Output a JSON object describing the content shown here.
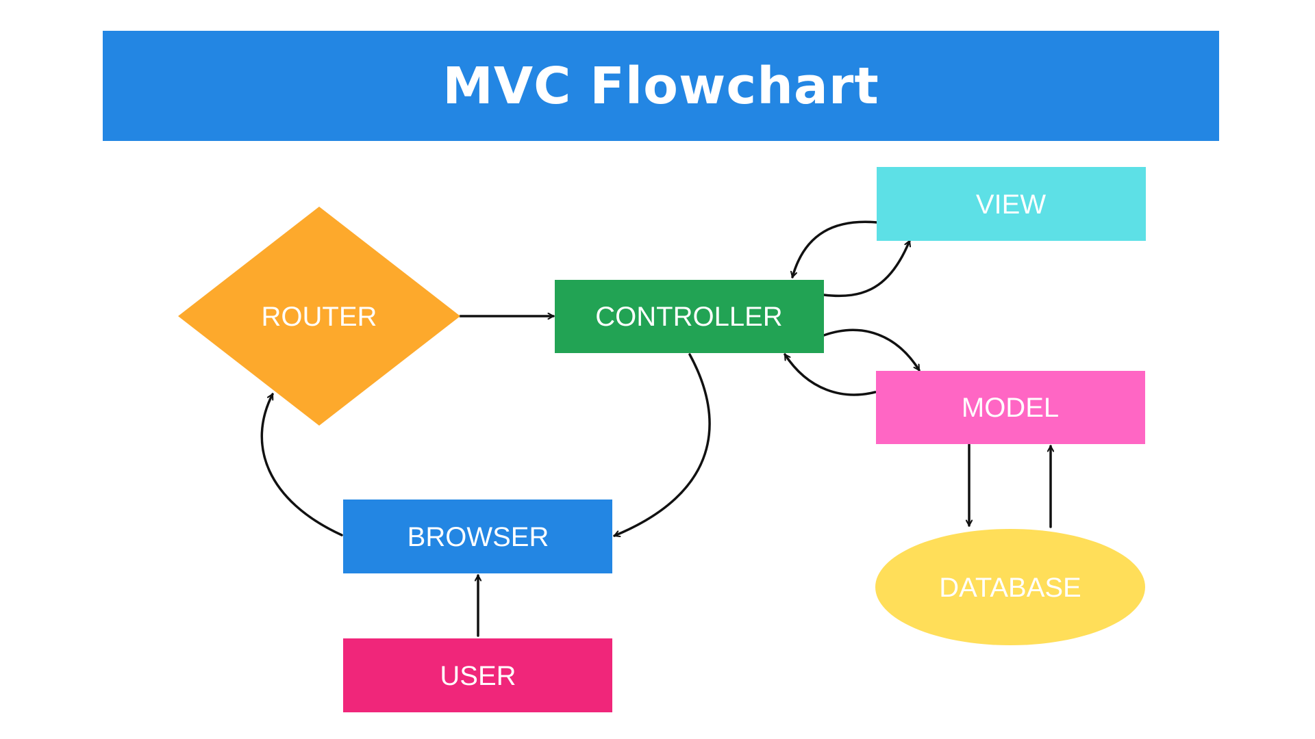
{
  "title": "MVC Flowchart",
  "colors": {
    "banner": "#2386E3",
    "router": "#FDA92C",
    "controller": "#22A354",
    "view": "#5DE0E6",
    "model": "#FF66C4",
    "browser": "#2386E3",
    "user": "#F0267A",
    "database": "#FFDE59",
    "arrow": "#111111"
  },
  "nodes": {
    "router": {
      "label": "ROUTER",
      "shape": "diamond"
    },
    "controller": {
      "label": "CONTROLLER",
      "shape": "rectangle"
    },
    "view": {
      "label": "VIEW",
      "shape": "rectangle"
    },
    "model": {
      "label": "MODEL",
      "shape": "rectangle"
    },
    "browser": {
      "label": "BROWSER",
      "shape": "rectangle"
    },
    "user": {
      "label": "USER",
      "shape": "rectangle"
    },
    "database": {
      "label": "DATABASE",
      "shape": "ellipse"
    }
  },
  "edges": [
    {
      "from": "router",
      "to": "controller"
    },
    {
      "from": "controller",
      "to": "view"
    },
    {
      "from": "view",
      "to": "controller"
    },
    {
      "from": "controller",
      "to": "model"
    },
    {
      "from": "model",
      "to": "controller"
    },
    {
      "from": "model",
      "to": "database"
    },
    {
      "from": "database",
      "to": "model"
    },
    {
      "from": "controller",
      "to": "browser"
    },
    {
      "from": "browser",
      "to": "router"
    },
    {
      "from": "user",
      "to": "browser"
    }
  ]
}
